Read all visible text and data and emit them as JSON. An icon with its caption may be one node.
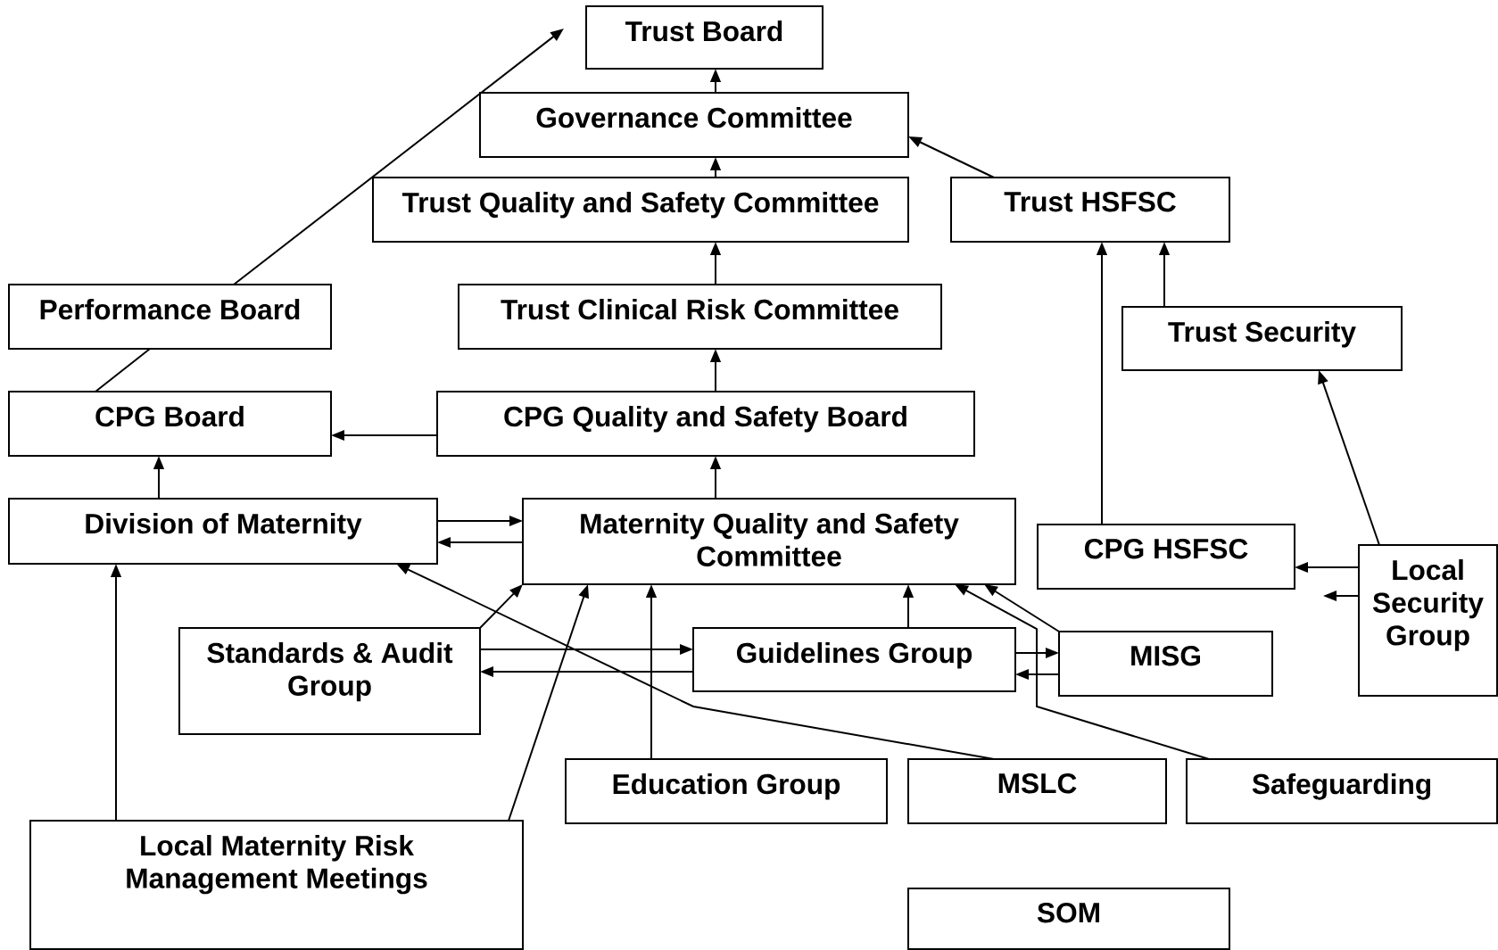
{
  "diagram": {
    "nodes": [
      {
        "text": [
          "Trust Board"
        ]
      },
      {
        "text": [
          "Governance Committee"
        ]
      },
      {
        "text": [
          "Trust Quality and Safety Committee"
        ]
      },
      {
        "text": [
          "Trust HSFSC"
        ]
      },
      {
        "text": [
          "Performance Board"
        ]
      },
      {
        "text": [
          "Trust Clinical Risk Committee"
        ]
      },
      {
        "text": [
          "Trust Security"
        ]
      },
      {
        "text": [
          "CPG Board"
        ]
      },
      {
        "text": [
          "CPG Quality and Safety Board"
        ]
      },
      {
        "text": [
          "Division of Maternity"
        ]
      },
      {
        "text": [
          "Maternity Quality and Safety Committee"
        ]
      },
      {
        "text": [
          "CPG HSFSC"
        ]
      },
      {
        "text": [
          "Local Security Group"
        ]
      },
      {
        "text": [
          "Standards & Audit Group"
        ]
      },
      {
        "text": [
          "Guidelines Group"
        ]
      },
      {
        "text": [
          "MISG"
        ]
      },
      {
        "text": [
          "Education Group"
        ]
      },
      {
        "text": [
          "MSLC"
        ]
      },
      {
        "text": [
          "Safeguarding"
        ]
      },
      {
        "text": [
          "Local Maternity Risk Management Meetings"
        ]
      },
      {
        "text": [
          "SOM"
        ]
      }
    ],
    "edges": [
      {
        "from": 1,
        "to": 0,
        "arrow": "to"
      },
      {
        "from": 2,
        "to": 1,
        "arrow": "to"
      },
      {
        "from": 5,
        "to": 2,
        "arrow": "to"
      },
      {
        "from": 8,
        "to": 5,
        "arrow": "to"
      },
      {
        "from": 10,
        "to": 8,
        "arrow": "to"
      },
      {
        "from": 3,
        "to": 1,
        "arrow": "to"
      },
      {
        "from": 6,
        "to": 3,
        "arrow": "to"
      },
      {
        "from": 11,
        "to": 3,
        "arrow": "to"
      },
      {
        "from": 12,
        "to": 6,
        "arrow": "to"
      },
      {
        "from": 12,
        "to": 11,
        "arrow": "to"
      },
      {
        "from": 12,
        "to": null,
        "arrow": "to"
      },
      {
        "from": 4,
        "to": null,
        "arrow": "to"
      },
      {
        "from": 7,
        "to": 4,
        "arrow": "none"
      },
      {
        "from": 8,
        "to": 7,
        "arrow": "to"
      },
      {
        "from": 9,
        "to": 7,
        "arrow": "to"
      },
      {
        "from": 9,
        "to": 10,
        "arrow": "to"
      },
      {
        "from": 10,
        "to": 9,
        "arrow": "to"
      },
      {
        "from": 19,
        "to": 9,
        "arrow": "to"
      },
      {
        "from": 19,
        "to": 10,
        "arrow": "to"
      },
      {
        "from": 13,
        "to": 10,
        "arrow": "to"
      },
      {
        "from": 13,
        "to": 14,
        "arrow": "to"
      },
      {
        "from": 14,
        "to": 13,
        "arrow": "to"
      },
      {
        "from": 16,
        "to": 10,
        "arrow": "to"
      },
      {
        "from": 17,
        "to": 9,
        "arrow": "to"
      },
      {
        "from": 14,
        "to": 10,
        "arrow": "to"
      },
      {
        "from": 14,
        "to": 15,
        "arrow": "to"
      },
      {
        "from": 15,
        "to": 14,
        "arrow": "to"
      },
      {
        "from": 15,
        "to": 10,
        "arrow": "to"
      },
      {
        "from": 18,
        "to": 10,
        "arrow": "to"
      }
    ]
  }
}
